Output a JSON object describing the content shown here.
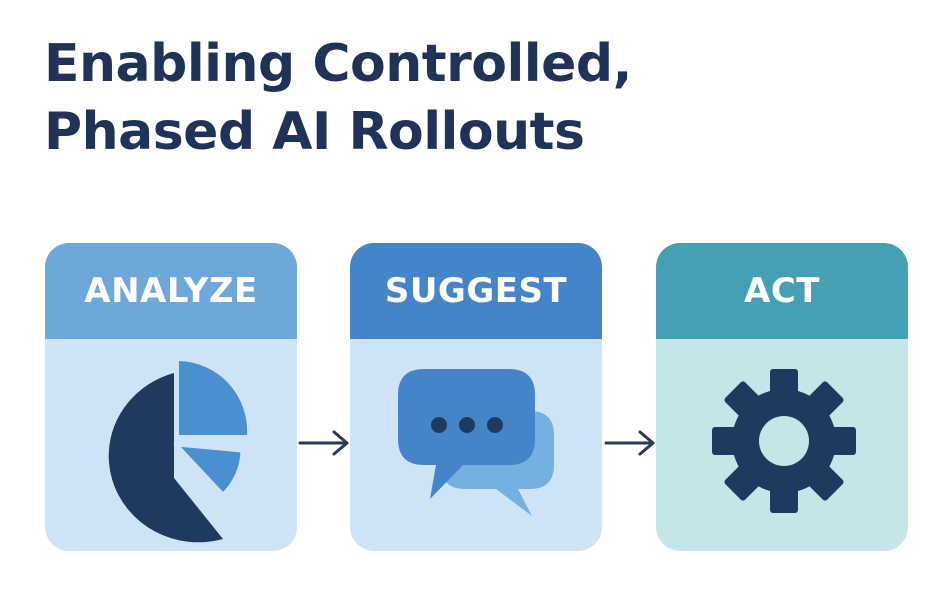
{
  "title": {
    "line1": "Enabling Controlled,",
    "line2": "Phased AI Rollouts"
  },
  "steps": [
    {
      "label": "ANALYZE",
      "icon": "pie-chart-icon",
      "header_color": "#6ea7d9",
      "body_color": "#cfe3f7"
    },
    {
      "label": "SUGGEST",
      "icon": "chat-bubbles-icon",
      "header_color": "#4485c9",
      "body_color": "#cfe3f7"
    },
    {
      "label": "ACT",
      "icon": "gear-icon",
      "header_color": "#45a0b3",
      "body_color": "#c4e6e9"
    }
  ],
  "colors": {
    "title": "#1f3358",
    "icon_dark": "#1f3a5e",
    "arrow": "#2a3a5a"
  }
}
